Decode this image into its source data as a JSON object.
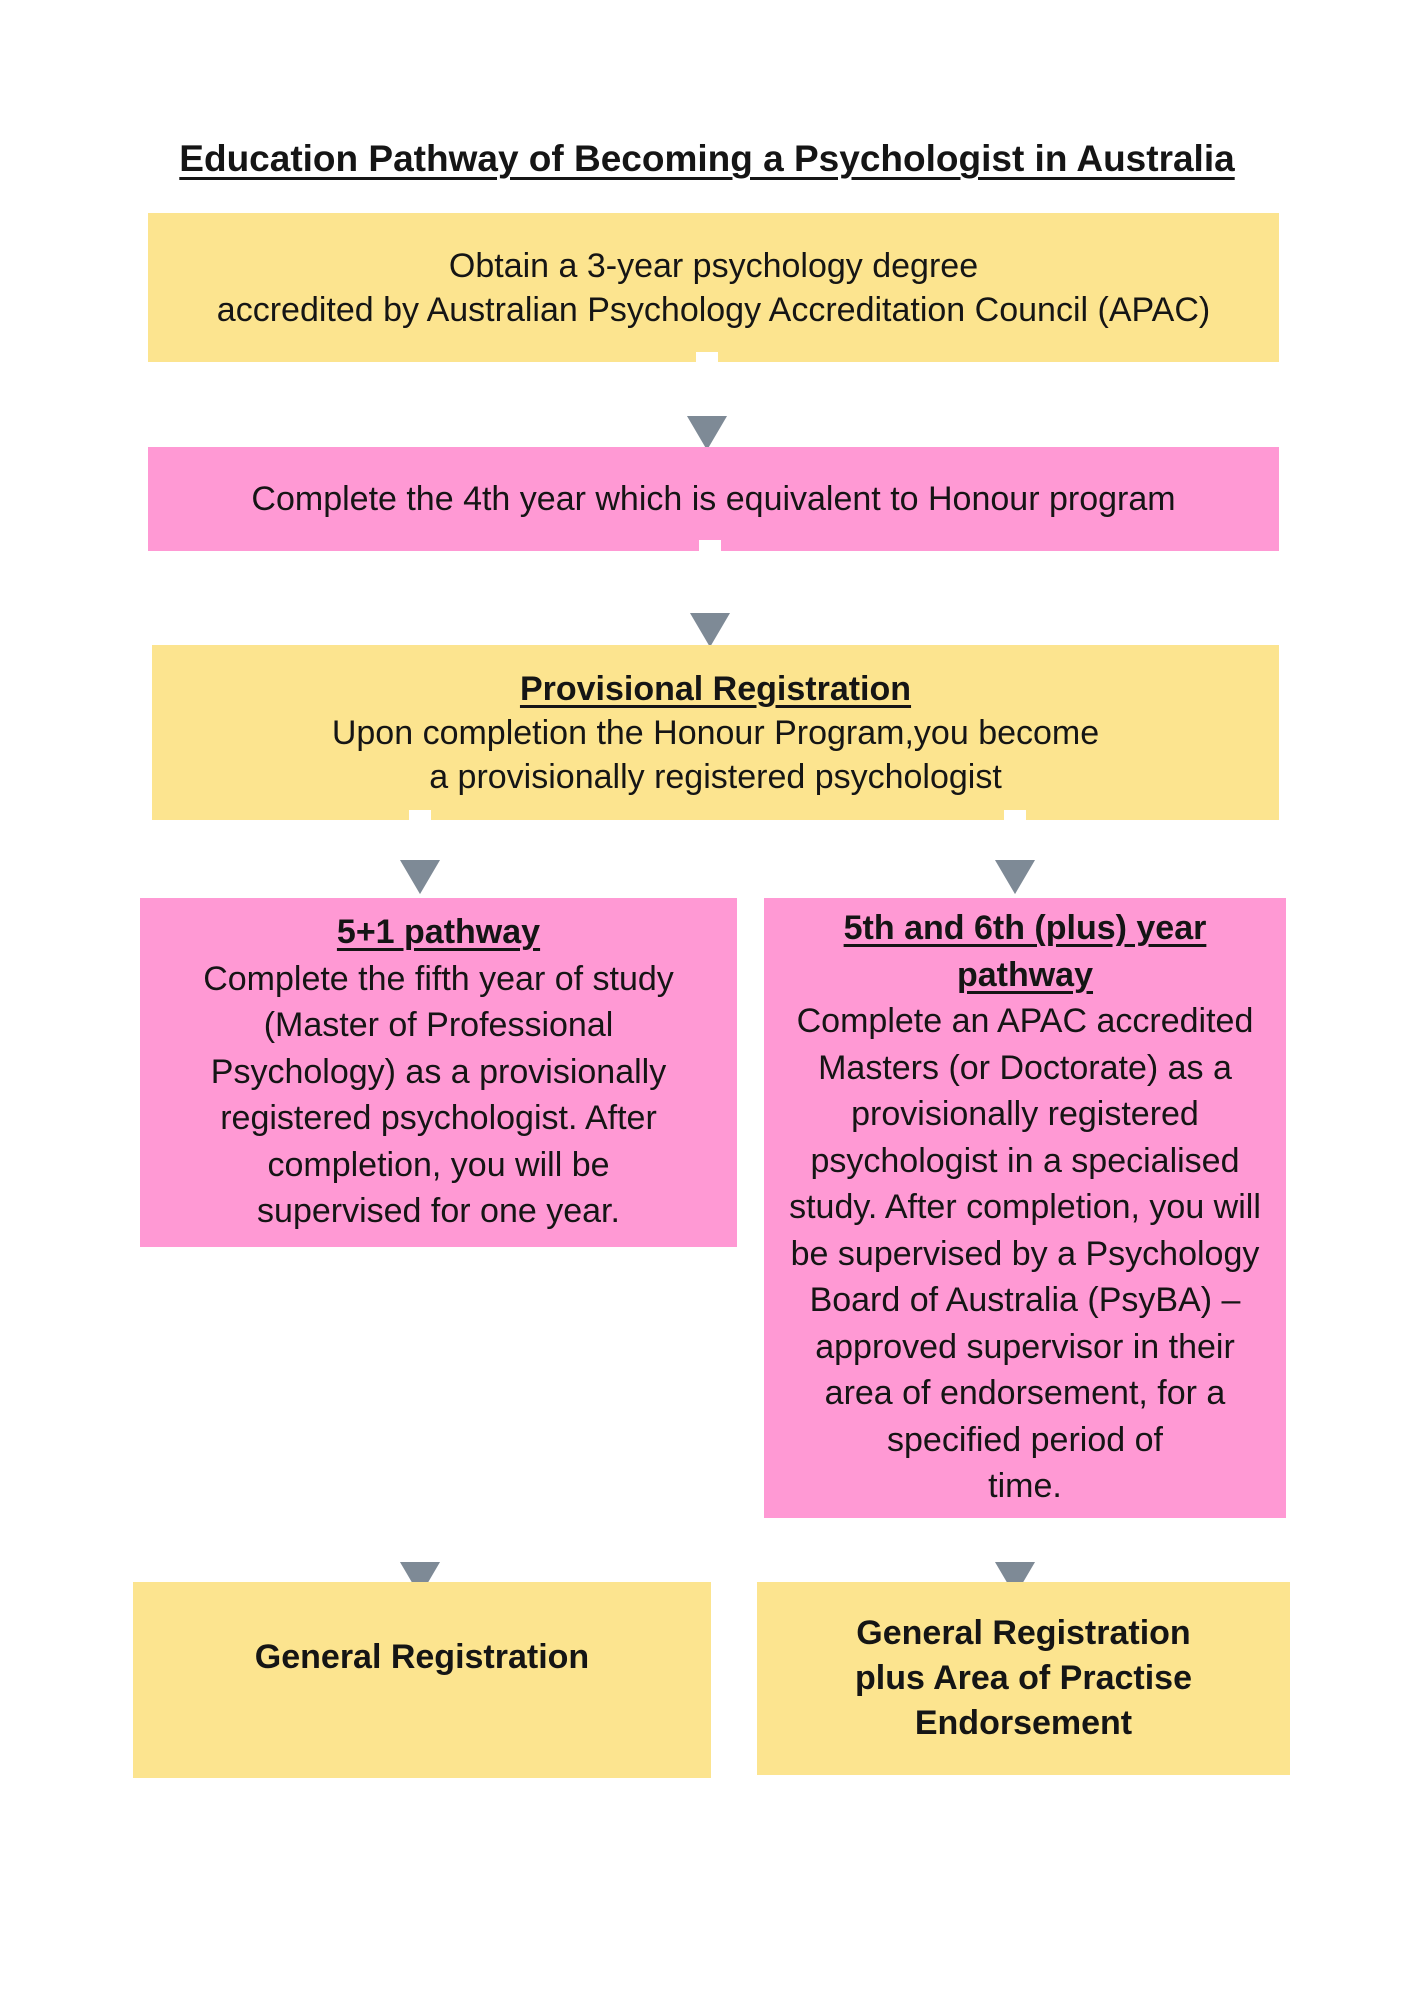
{
  "title": "Education Pathway of Becoming a Psychologist in Australia",
  "colors": {
    "background": "#FFFFFF",
    "yellow": "#FCE48F",
    "pink": "#FF99D4",
    "arrow": "#7E8A96",
    "ink": "#151515"
  },
  "icons": {
    "flow_arrow": "▼"
  },
  "flow": {
    "step1": {
      "lines": [
        "Obtain a 3-year psychology degree",
        "accredited by Australian Psychology Accreditation Council (APAC)"
      ]
    },
    "step2": {
      "lines": [
        "Complete the 4th year which is equivalent to Honour program"
      ]
    },
    "step3": {
      "heading": "Provisional Registration",
      "lines": [
        "Upon completion the Honour Program,you become",
        "a provisionally registered psychologist"
      ]
    },
    "pathway_left": {
      "heading": "5+1 pathway",
      "lines": [
        "Complete the fifth year of study",
        "(Master of Professional",
        "Psychology) as a provisionally",
        "registered psychologist. After",
        "completion, you will be",
        "supervised for one year."
      ]
    },
    "pathway_right": {
      "heading_lines": [
        "5th and 6th (plus) year",
        "pathway"
      ],
      "lines": [
        "Complete an APAC accredited",
        "Masters (or Doctorate) as a",
        "provisionally registered",
        "psychologist in a specialised",
        "study. After completion, you will",
        "be supervised by a Psychology",
        "Board of Australia (PsyBA) –",
        "approved supervisor in their",
        "area of endorsement, for a",
        "specified period of",
        "time."
      ]
    },
    "outcome_left": {
      "lines": [
        "General Registration"
      ]
    },
    "outcome_right": {
      "lines": [
        "General Registration",
        "plus Area of Practise",
        "Endorsement"
      ]
    }
  }
}
